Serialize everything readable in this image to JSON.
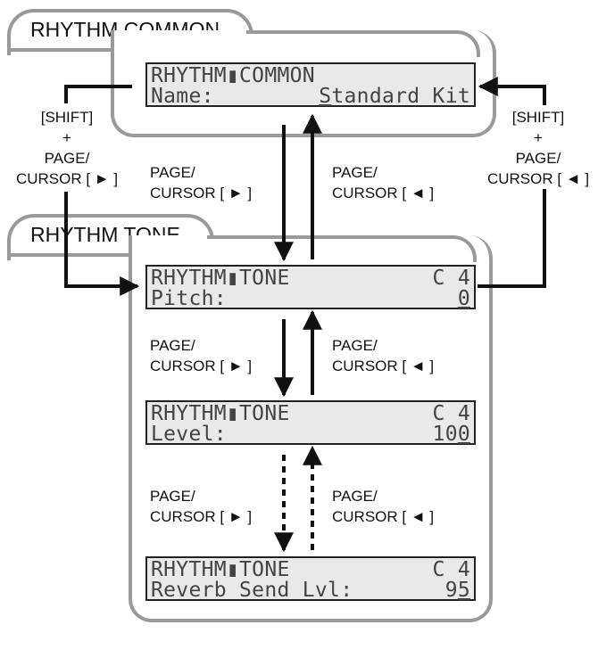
{
  "sections": {
    "common_title": "RHYTHM COMMON",
    "tone_title": "RHYTHM TONE"
  },
  "screens": {
    "common": {
      "line1_left": "RHYTHM▮COMMON",
      "line2_left": "Name:",
      "line2_right_pre": "",
      "line2_right_u": "S",
      "line2_right_post": "tandard Kit"
    },
    "pitch": {
      "line1_left": "RHYTHM▮TONE",
      "line1_right": "C 4",
      "line2_left": "Pitch:",
      "line2_right_pre": "",
      "line2_right_u": "0"
    },
    "level": {
      "line1_left": "RHYTHM▮TONE",
      "line1_right": "C 4",
      "line2_left": "Level:",
      "line2_right_pre": "10",
      "line2_right_u": "0"
    },
    "reverb": {
      "line1_left": "RHYTHM▮TONE",
      "line1_right": "C 4",
      "line2_left": "Reverb Send Lvl:",
      "line2_right_pre": "9",
      "line2_right_u": "5"
    }
  },
  "labels": {
    "page": "PAGE/",
    "cursor_right": "CURSOR [ ► ]",
    "cursor_left": "CURSOR [ ◄ ]",
    "shift": "[SHIFT]",
    "plus": "+",
    "left_cursor_right": "CURSOR [ ► ]",
    "right_cursor_left": "CURSOR [ ◄ ]"
  }
}
